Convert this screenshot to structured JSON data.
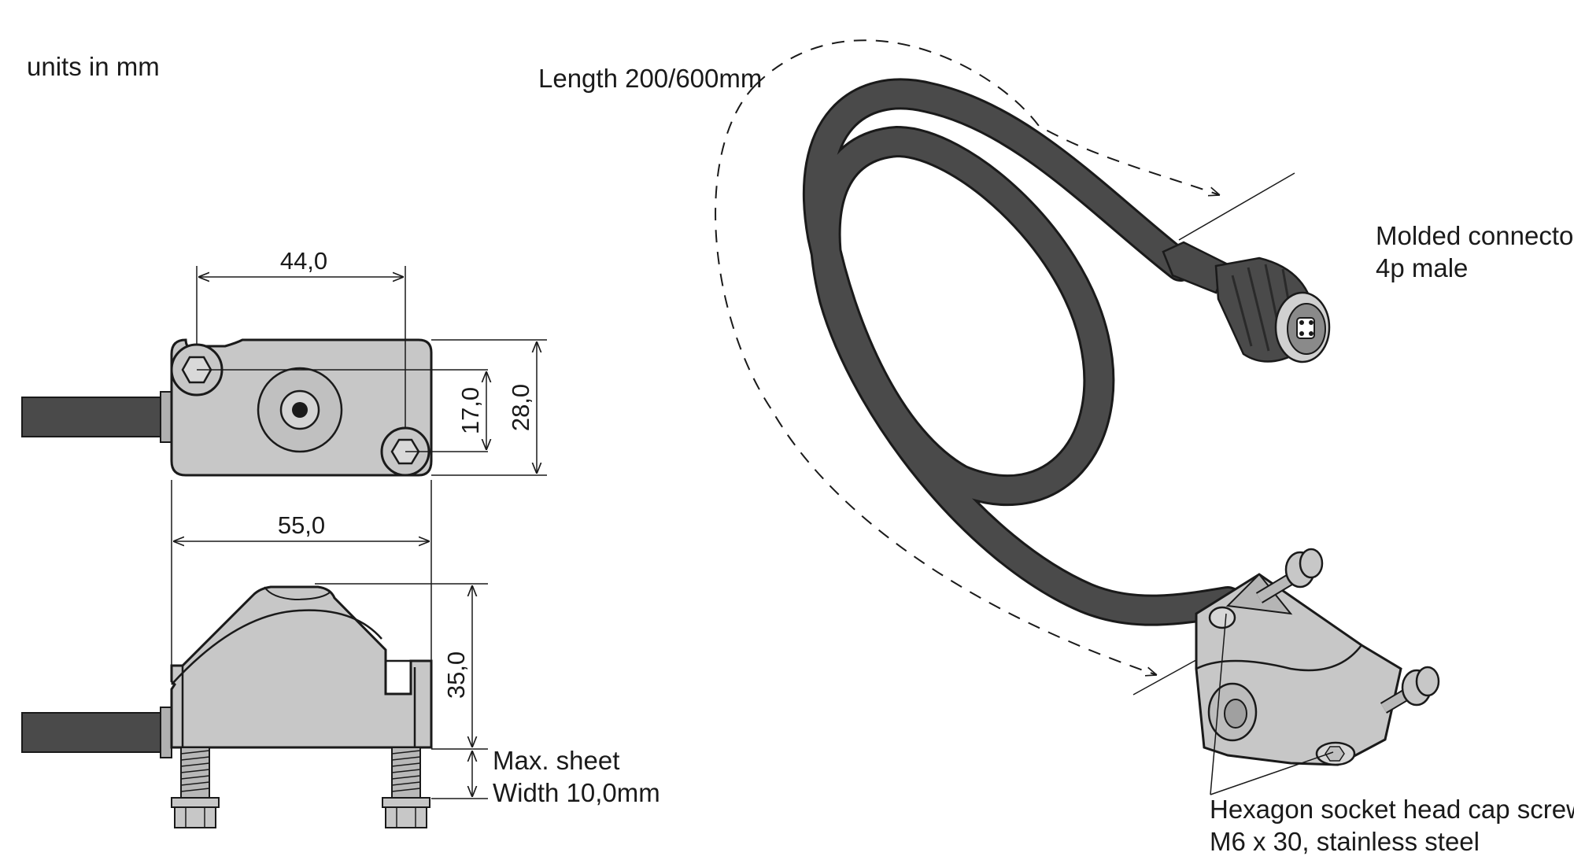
{
  "header": {
    "units_note": "units in mm"
  },
  "dimensions": {
    "top_width": "44,0",
    "hole_spacing": "17,0",
    "body_height": "28,0",
    "side_width": "55,0",
    "side_height": "35,0"
  },
  "labels": {
    "sheet_line1": "Max. sheet",
    "sheet_line2": "Width 10,0mm",
    "length": "Length 200/600mm",
    "connector_line1": "Molded connector",
    "connector_line2": "4p male",
    "screw_line1": "Hexagon socket head cap screw",
    "screw_line2": "M6 x 30, stainless steel"
  },
  "colors": {
    "body": "#c7c7c7",
    "cable": "#4a4a4a",
    "outline": "#1a1a1a"
  }
}
